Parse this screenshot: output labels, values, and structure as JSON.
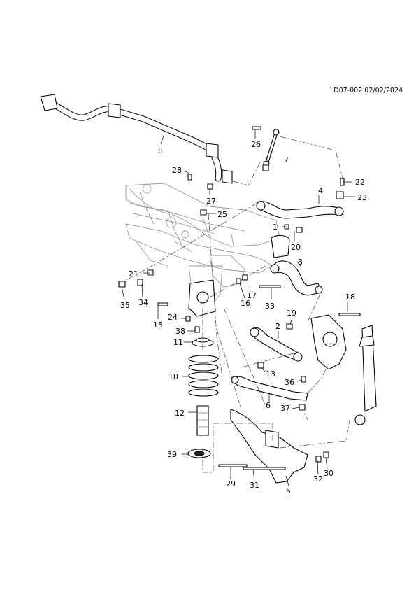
{
  "reference_code": "LD07-002 02/02/2024",
  "callouts": {
    "c1": "1",
    "c2": "2",
    "c3": "3",
    "c4": "4",
    "c5": "5",
    "c6": "6",
    "c7": "7",
    "c8": "8",
    "c10": "10",
    "c11": "11",
    "c12": "12",
    "c13": "13",
    "c15": "15",
    "c16": "16",
    "c17": "17",
    "c18": "18",
    "c19": "19",
    "c20": "20",
    "c21": "21",
    "c22": "22",
    "c23": "23",
    "c24": "24",
    "c25": "25",
    "c26": "26",
    "c27": "27",
    "c28": "28",
    "c29": "29",
    "c30": "30",
    "c31": "31",
    "c32": "32",
    "c33": "33",
    "c34": "34",
    "c35": "35",
    "c36": "36",
    "c37": "37",
    "c38": "38",
    "c39": "39"
  }
}
